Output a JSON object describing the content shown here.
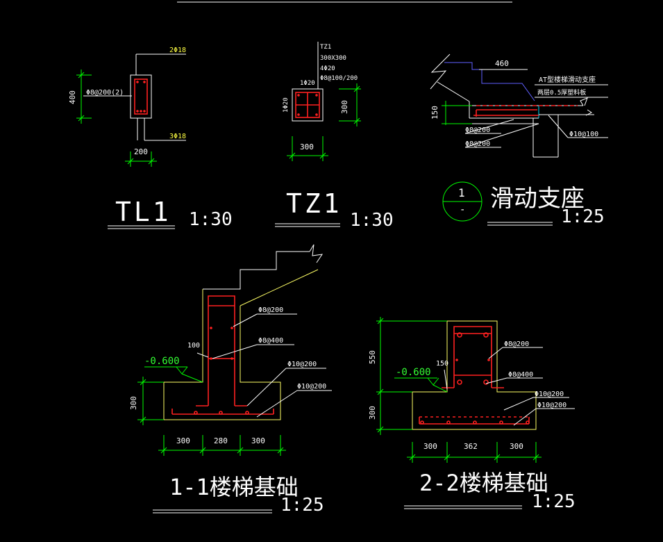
{
  "tl1": {
    "title": "TL1",
    "scale": "1:30",
    "top_bar": "2Φ18",
    "bottom_bar": "3Φ18",
    "stirrup": "Φ8@200(2)",
    "height": "400",
    "width": "200"
  },
  "tz1": {
    "title": "TZ1",
    "scale": "1:30",
    "note_name": "TZ1",
    "note_size": "300X300",
    "note_bars": "4Φ20",
    "note_stirrup": "Φ8@100/200",
    "bar_top": "1Φ20",
    "bar_side": "1Φ20",
    "height": "300",
    "width": "300"
  },
  "slide": {
    "title": "滑动支座",
    "scale": "1:25",
    "marker_top": "1",
    "marker_bottom": "-",
    "dim_width": "460",
    "dim_height": "150",
    "note1": "AT型楼梯滑动支座",
    "note2": "两层0.5厚塑料板",
    "bar1": "Φ8@200",
    "bar2": "Φ8@200",
    "bar3": "Φ10@100"
  },
  "f1": {
    "title": "1-1楼梯基础",
    "scale": "1:25",
    "level": "-0.600",
    "bar1": "Φ8@200",
    "bar2": "Φ8@400",
    "bar3": "Φ10@200",
    "bar4": "Φ10@200",
    "dim_100": "100",
    "dim_height": "300",
    "dim_w1": "300",
    "dim_w2": "280",
    "dim_w3": "300"
  },
  "f2": {
    "title": "2-2楼梯基础",
    "scale": "1:25",
    "level": "-0.600",
    "bar1": "Φ8@200",
    "bar2": "Φ8@400",
    "bar3": "Φ10@200",
    "bar4": "Φ10@200",
    "dim_150": "150",
    "dim_550": "550",
    "dim_height": "300",
    "dim_w1": "300",
    "dim_w2": "362",
    "dim_w3": "300"
  }
}
